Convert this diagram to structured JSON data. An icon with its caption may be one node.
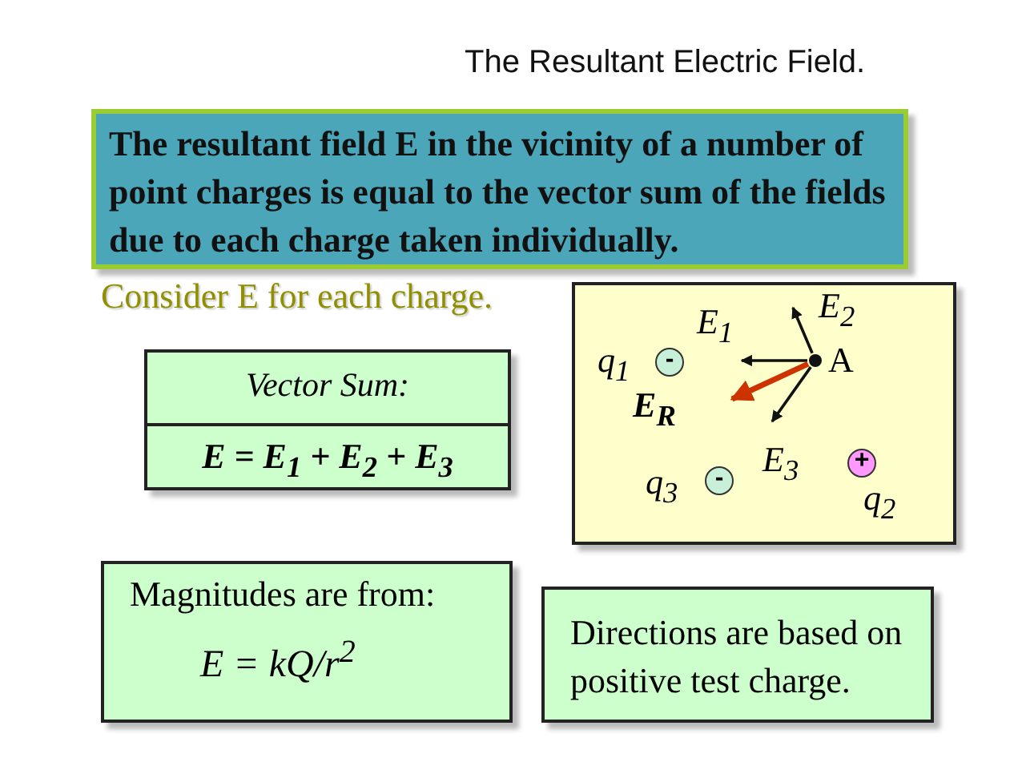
{
  "diagram": {
    "title": "The Resultant Electric Field.",
    "nodes": [
      {
        "text": [
          "The resultant field E in the vicinity of a number of point charges is equal to the vector sum of the fields due to each charge taken individually."
        ]
      },
      {
        "text": [],
        "shape": "box"
      },
      {
        "text": [
          "-"
        ],
        "in": 1,
        "beside": [
          "q$_{1}$"
        ]
      },
      {
        "text": [],
        "shape": "circle",
        "in": 1,
        "beside": [
          "A"
        ]
      },
      {
        "text": [
          "-"
        ],
        "in": 1,
        "beside": [
          "q$_{3}$"
        ]
      },
      {
        "text": [
          "+"
        ],
        "in": 1,
        "beside": [
          "q$_{2}$"
        ]
      },
      {
        "text": [
          "Vector Sum:",
          "E = E$_{1}$ + E$_{2}$ + E$_{3}$"
        ]
      },
      {
        "text": [
          "Magnitudes are from:",
          "E = kQ/r$^{2}$"
        ]
      },
      {
        "text": [
          "Directions are based on positive test charge."
        ]
      }
    ],
    "edges": [
      {
        "from": 3,
        "to": null,
        "arrow": "to",
        "label": "E$_{1}$"
      },
      {
        "from": 3,
        "to": null,
        "arrow": "to",
        "label": "E$_{2}$"
      },
      {
        "from": 3,
        "to": null,
        "arrow": "to",
        "label": "E$_{3}$"
      },
      {
        "from": 3,
        "to": null,
        "arrow": "to",
        "label": "E$_{R}$",
        "style": "thick",
        "color": "#cc3300"
      }
    ],
    "labels": [
      "Consider E for each charge."
    ]
  }
}
